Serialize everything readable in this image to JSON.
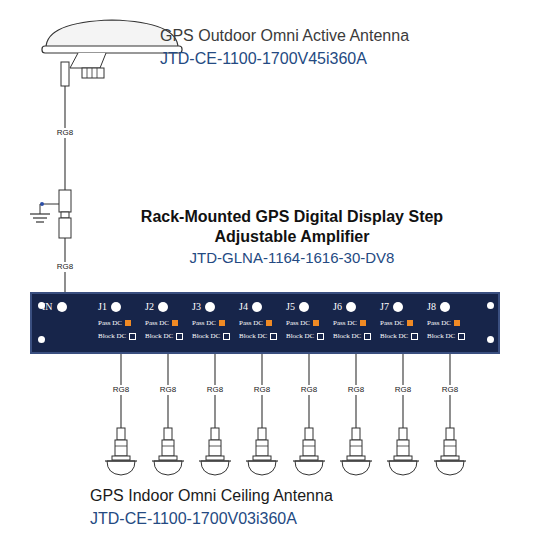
{
  "diagram": {
    "nodes": [
      {
        "text": [
          "GPS Outdoor Omni Active Antenna",
          "JTD-CE-1100-1700V45i360A"
        ]
      },
      {
        "text": [
          "Rack-Mounted GPS Digital Display Step Adjustable Amplifier",
          "JTD-GLNA-1164-1616-30-DV8"
        ]
      },
      {
        "text": [
          "IN"
        ],
        "in": 1
      },
      {
        "text": [
          "J1",
          "Pass DC",
          "Block DC"
        ],
        "in": 1
      },
      {
        "text": [
          "J2",
          "Pass DC",
          "Block DC"
        ],
        "in": 1
      },
      {
        "text": [
          "J3",
          "Pass DC",
          "Block DC"
        ],
        "in": 1
      },
      {
        "text": [
          "J4",
          "Pass DC",
          "Block DC"
        ],
        "in": 1
      },
      {
        "text": [
          "J5",
          "Pass DC",
          "Block DC"
        ],
        "in": 1
      },
      {
        "text": [
          "J6",
          "Pass DC",
          "Block DC"
        ],
        "in": 1
      },
      {
        "text": [
          "J7",
          "Pass DC",
          "Block DC"
        ],
        "in": 1
      },
      {
        "text": [
          "J8",
          "Pass DC",
          "Block DC"
        ],
        "in": 1
      },
      {
        "text": [
          "GPS Indoor Omni Ceiling Antenna",
          "JTD-CE-1100-1700V03i360A"
        ]
      }
    ],
    "edges": [
      {
        "from": 0,
        "to": 2,
        "arrow": "none",
        "label": "RG8"
      },
      {
        "from": 3,
        "to": 11,
        "arrow": "none",
        "label": "RG8"
      },
      {
        "from": 4,
        "to": 11,
        "arrow": "none",
        "label": "RG8"
      },
      {
        "from": 5,
        "to": 11,
        "arrow": "none",
        "label": "RG8"
      },
      {
        "from": 6,
        "to": 11,
        "arrow": "none",
        "label": "RG8"
      },
      {
        "from": 7,
        "to": 11,
        "arrow": "none",
        "label": "RG8"
      },
      {
        "from": 8,
        "to": 11,
        "arrow": "none",
        "label": "RG8"
      },
      {
        "from": 9,
        "to": 11,
        "arrow": "none",
        "label": "RG8"
      },
      {
        "from": 10,
        "to": 11,
        "arrow": "none",
        "label": "RG8"
      }
    ],
    "labels": [
      "RG8"
    ]
  }
}
